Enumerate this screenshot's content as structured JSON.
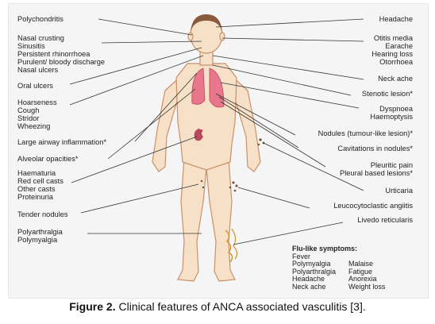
{
  "left_labels": {
    "polychondritis": "Polychondritis",
    "nasal": [
      "Nasal crusting",
      "Sinusitis",
      "Persistent rhinorrhoea",
      "Purulent/ bloody discharge",
      "Nasal ulcers"
    ],
    "oral_ulcers": "Oral ulcers",
    "airway": [
      "Hoarseness",
      "Cough",
      "Stridor",
      "Wheezing"
    ],
    "large_airway": "Large airway inflammation*",
    "alveolar": "Alveolar opacities*",
    "renal": [
      "Haematuria",
      "Red cell casts",
      "Other casts",
      "Proteinuria"
    ],
    "tender_nodules": "Tender nodules",
    "joint": [
      "Polyarthralgia",
      "Polymyalgia"
    ]
  },
  "right_labels": {
    "headache": "Headache",
    "ear": [
      "Otitis media",
      "Earache",
      "Hearing loss",
      "Otorrhoea"
    ],
    "neck_ache": "Neck ache",
    "stenotic": "Stenotic lesion*",
    "dyspnoea": [
      "Dyspnoea",
      "Haemoptysis"
    ],
    "nodules": "Nodules (tumour-like lesion)*",
    "cavitations": "Cavitations in nodules*",
    "pleuritic": [
      "Pleuritic pain",
      "Pleural based lesions*"
    ],
    "urticaria": "Urticaria",
    "leucocytoclastic": "Leucocytoclastic angiitis",
    "livedo": "Livedo reticularis"
  },
  "flu": {
    "title": "Flu-like symptoms:",
    "col1": [
      "Fever",
      "Polymyalgia",
      "Polyarthralgia",
      "Headache",
      "Neck ache"
    ],
    "col2": [
      "Malaise",
      "Fatigue",
      "Anorexia",
      "Weight loss"
    ]
  },
  "caption": {
    "label": "Figure 2.",
    "text": " Clinical features of ANCA associated vasculitis [3]."
  },
  "colors": {
    "skin": "#f6e1c8",
    "outline": "#c9906a",
    "hair": "#8a5a3c",
    "lung": "#e8778c",
    "leader": "#333333"
  }
}
